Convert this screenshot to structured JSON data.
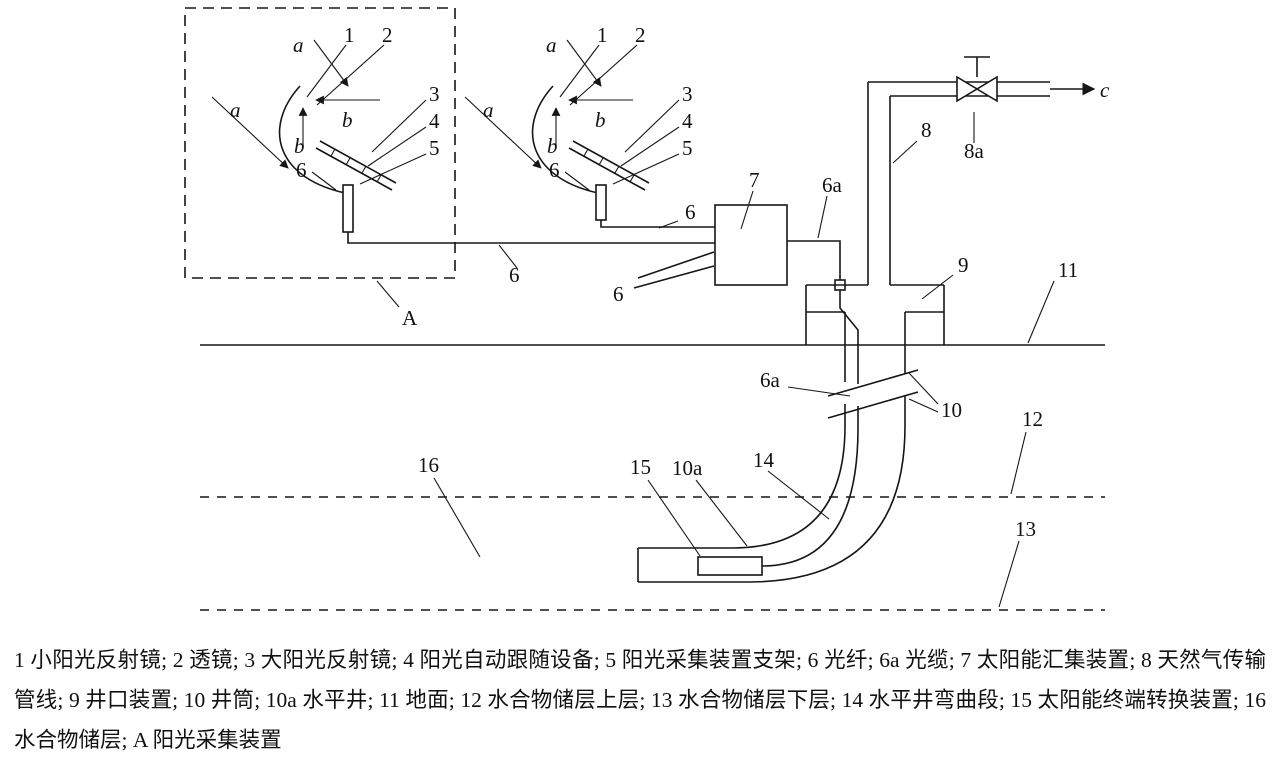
{
  "caption": "1 小阳光反射镜; 2 透镜; 3 大阳光反射镜; 4 阳光自动跟随设备; 5 阳光采集装置支架; 6 光纤; 6a 光缆; 7 太阳能汇集装置; 8 天然气传输管线; 9 井口装置; 10 井筒; 10a 水平井; 11 地面; 12 水合物储层上层; 13 水合物储层下层; 14 水平井弯曲段; 15 太阳能终端转换装置; 16 水合物储层; A 阳光采集装置",
  "diagram": {
    "collector": {
      "label_1": "1",
      "label_2": "2",
      "label_3": "3",
      "label_4": "4",
      "label_5": "5",
      "label_6": "6",
      "label_a": "a",
      "label_b": "b"
    },
    "labels": {
      "A": "A",
      "c": "c",
      "fiber_main": "6",
      "fiber_upper": "6",
      "fiber_fan": "6",
      "concentrator": "7",
      "cable_top": "6a",
      "cable_well": "6a",
      "gas_pipeline": "8",
      "valve": "8a",
      "wellhead": "9",
      "wellbore": "10",
      "horizontal_well": "10a",
      "ground": "11",
      "upper_layer": "12",
      "lower_layer": "13",
      "bend": "14",
      "converter": "15",
      "reservoir": "16"
    }
  }
}
